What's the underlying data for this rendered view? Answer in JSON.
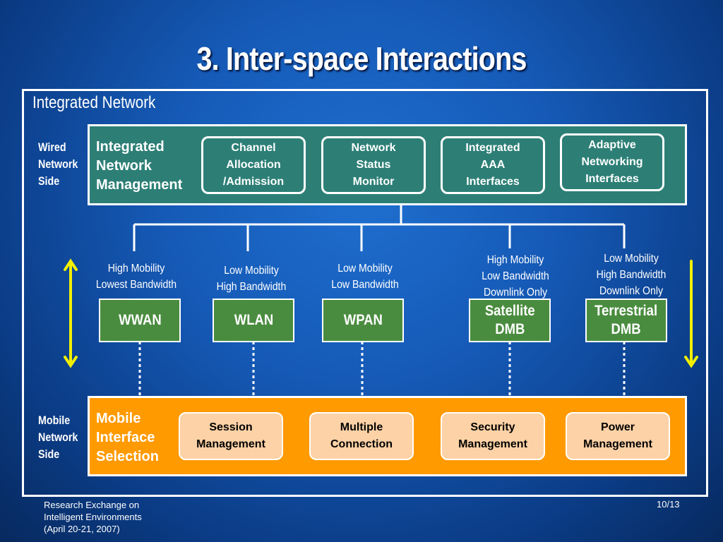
{
  "slide": {
    "title": "3. Inter-space Interactions",
    "frame_label": "Integrated Network"
  },
  "wired": {
    "side_label": "Wired\nNetwork\nSide",
    "panel_title": "Integrated\nNetwork\nManagement",
    "boxes": [
      "Channel\nAllocation\n/Admission",
      "Network\nStatus\nMonitor",
      "Integrated\nAAA\nInterfaces",
      "Adaptive\nNetworking\nInterfaces"
    ]
  },
  "networks": [
    {
      "name": "WWAN",
      "desc": "High Mobility\nLowest Bandwidth"
    },
    {
      "name": "WLAN",
      "desc": "Low Mobility\nHigh Bandwidth"
    },
    {
      "name": "WPAN",
      "desc": "Low Mobility\nLow Bandwidth"
    },
    {
      "name": "Satellite\nDMB",
      "desc": "High Mobility\nLow Bandwidth\nDownlink Only"
    },
    {
      "name": "Terrestrial\nDMB",
      "desc": "Low Mobility\nHigh Bandwidth\nDownlink Only"
    }
  ],
  "mobile": {
    "side_label": "Mobile\nNetwork\nSide",
    "panel_title": "Mobile\nInterface\nSelection",
    "boxes": [
      "Session\nManagement",
      "Multiple\nConnection",
      "Security\nManagement",
      "Power\nManagement"
    ]
  },
  "footer": {
    "left": "Research Exchange on\nIntelligent Environments\n(April 20-21, 2007)",
    "page": "10/13"
  },
  "colors": {
    "wired_panel": "#2d7f76",
    "mobile_panel": "#ff9a00",
    "mobile_box": "#fdd2a6",
    "network_box": "#4a8c3f",
    "arrow": "#f2f000"
  }
}
